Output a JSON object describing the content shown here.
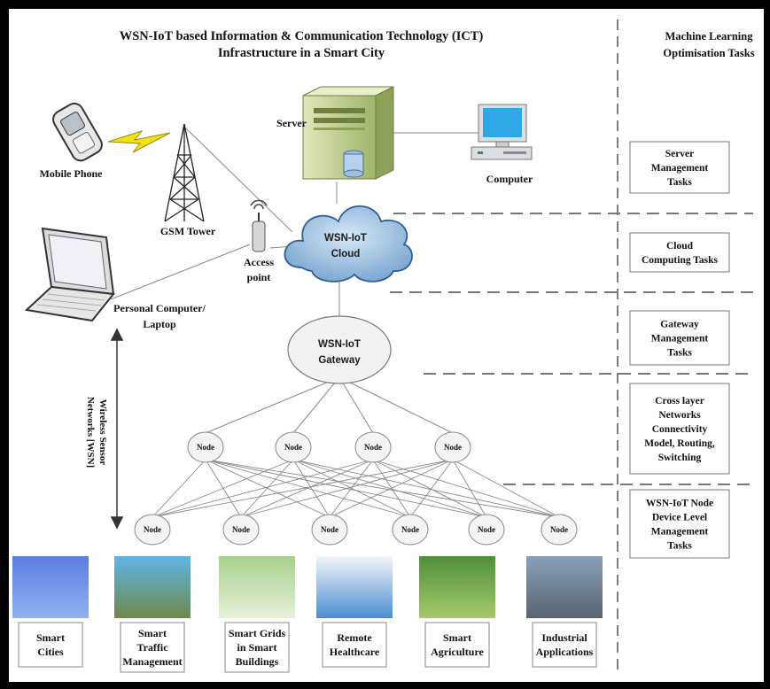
{
  "title": {
    "line1": "WSN-IoT based Information & Communication Technology (ICT)",
    "line2": "Infrastructure in a Smart City"
  },
  "ml_heading": {
    "line1": "Machine Learning",
    "line2": "Optimisation Tasks"
  },
  "devices": {
    "server": "Server",
    "computer": "Computer",
    "mobile_phone": "Mobile Phone",
    "gsm_tower": "GSM Tower",
    "access_point": [
      "Access",
      "point"
    ],
    "laptop": [
      "Personal Computer/",
      "Laptop"
    ]
  },
  "cloud": [
    "WSN-IoT",
    "Cloud"
  ],
  "gateway": [
    "WSN-IoT",
    "Gateway"
  ],
  "node_label": "Node",
  "wsn_label": [
    "Wireless Sensor",
    "Networks [WSN]"
  ],
  "applications": [
    {
      "lines": [
        "Smart",
        "Cities"
      ],
      "colors": [
        "#5a7ce0",
        "#8fb2f0"
      ]
    },
    {
      "lines": [
        "Smart",
        "Traffic",
        "Management"
      ],
      "colors": [
        "#5fb4e6",
        "#6e8a4a"
      ]
    },
    {
      "lines": [
        "Smart Grids",
        "in Smart",
        "Buildings"
      ],
      "colors": [
        "#a8d08d",
        "#e6f0d8"
      ]
    },
    {
      "lines": [
        "Remote",
        "Healthcare"
      ],
      "colors": [
        "#f4f6f8",
        "#4a8ed4"
      ]
    },
    {
      "lines": [
        "Smart",
        "Agriculture"
      ],
      "colors": [
        "#4e8f3a",
        "#a6c96a"
      ]
    },
    {
      "lines": [
        "Industrial",
        "Applications"
      ],
      "colors": [
        "#8aa0b8",
        "#5a6470"
      ]
    }
  ],
  "tasks": [
    [
      "Server",
      "Management",
      "Tasks"
    ],
    [
      "Cloud",
      "Computing Tasks"
    ],
    [
      "Gateway",
      "Management",
      "Tasks"
    ],
    [
      "Cross layer",
      "Networks",
      "Connectivity",
      "Model, Routing,",
      "Switching"
    ],
    [
      "WSN-IoT Node",
      "Device Level",
      "Management",
      "Tasks"
    ]
  ],
  "colors": {
    "cloud_fill": "#8fb6dc",
    "server_fill": "#c7d69a",
    "screen_fill": "#2fa9e6",
    "frame": "#000000"
  }
}
